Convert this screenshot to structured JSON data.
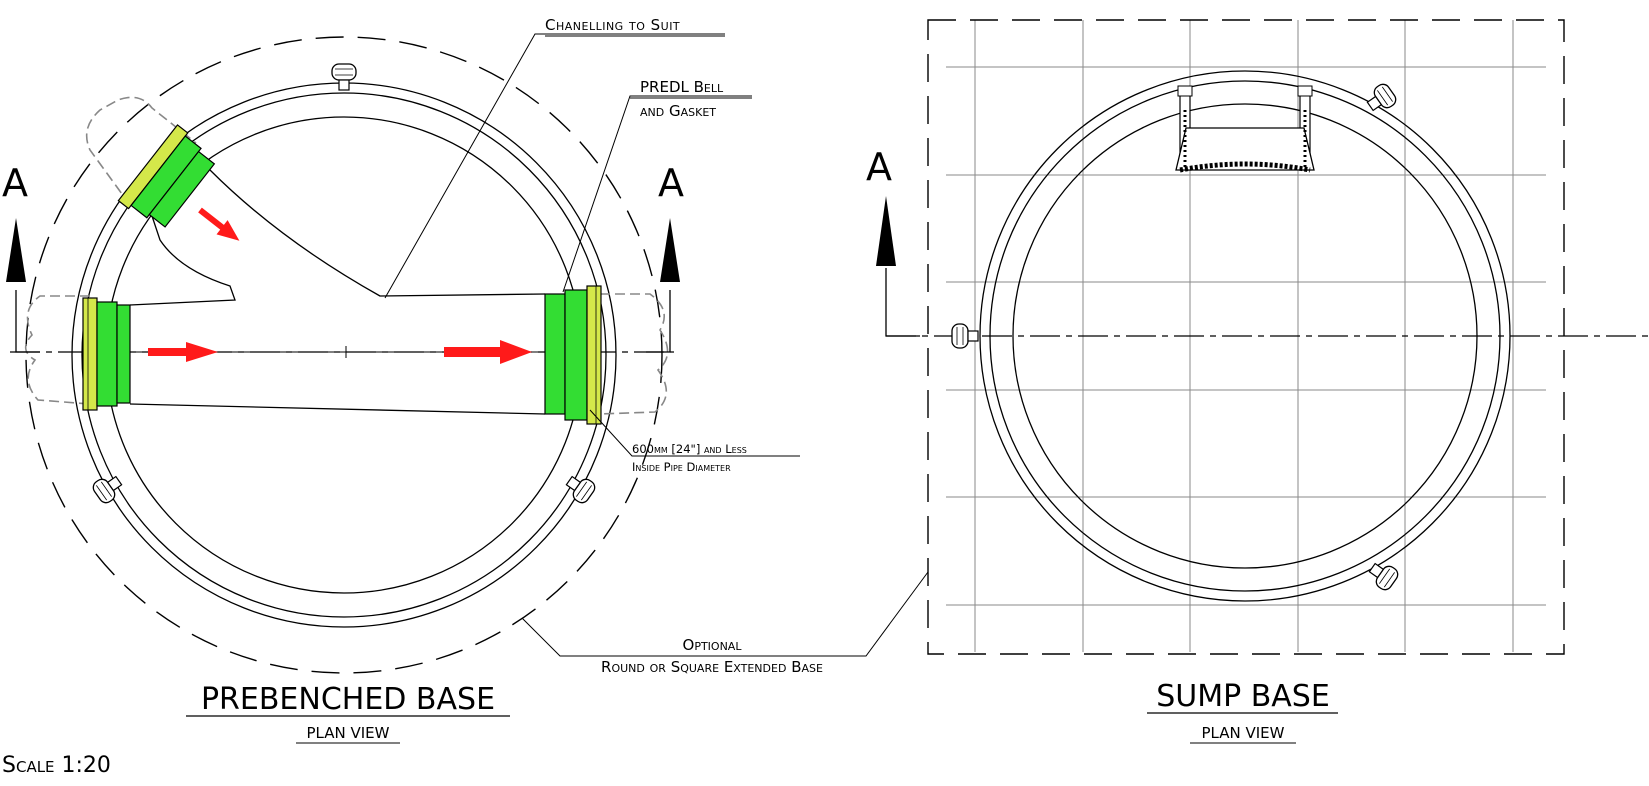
{
  "labels": {
    "channelling": "Chanelling to Suit",
    "bell_line1": "PREDL Bell",
    "bell_line2": "and Gasket",
    "pipe_dia_line1": "600mm [24\"] and Less",
    "pipe_dia_line2": "Inside Pipe Diameter",
    "optional_line1": "Optional",
    "optional_line2": "Round or Square Extended Base",
    "section_left_a": "A",
    "section_right_a": "A",
    "section_sump_a": "A",
    "prebenched_title": "PREBENCHED BASE",
    "prebenched_sub": "PLAN VIEW",
    "sump_title": "SUMP BASE",
    "sump_sub": "PLAN VIEW",
    "scale": "Scale 1:20"
  },
  "colors": {
    "coupling_green": "#33dd33",
    "gasket_yellow": "#d4e84a",
    "flow_arrow_red": "#ff1a1a",
    "line_black": "#000000",
    "grid_gray": "#8a8a8a",
    "hidden_pipe_gray": "#888888"
  },
  "icons": {
    "flow_arrow": "red-arrow",
    "section_arrow": "black-triangle-arrow",
    "lifting_lug": "lift-anchor-icon",
    "ladder": "manhole-step-ladder"
  }
}
